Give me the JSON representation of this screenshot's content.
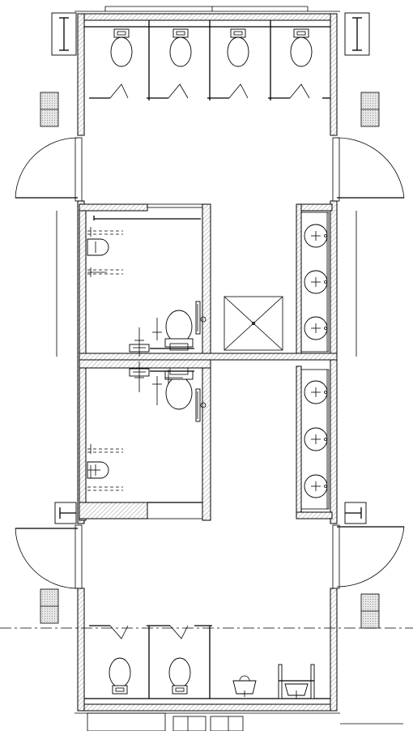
{
  "drawing": {
    "kind": "restroom-floor-plan",
    "line_color": "#000000",
    "background": "#ffffff",
    "hatch_color": "#9a9a9a"
  },
  "zones": {
    "top_toilet_stalls": 4,
    "bottom_toilet_stalls": 2,
    "bottom_urinals": 2,
    "accessible_restrooms": 2,
    "upper_vanity_sinks": 3,
    "lower_vanity_sinks": 3
  },
  "icons": {
    "toilet": "toilet-icon",
    "sink": "sink-icon",
    "urinal": "urinal-icon",
    "door_swing": "door-swing-icon",
    "grab_bar": "grab-bar-icon",
    "column": "column-icon"
  }
}
